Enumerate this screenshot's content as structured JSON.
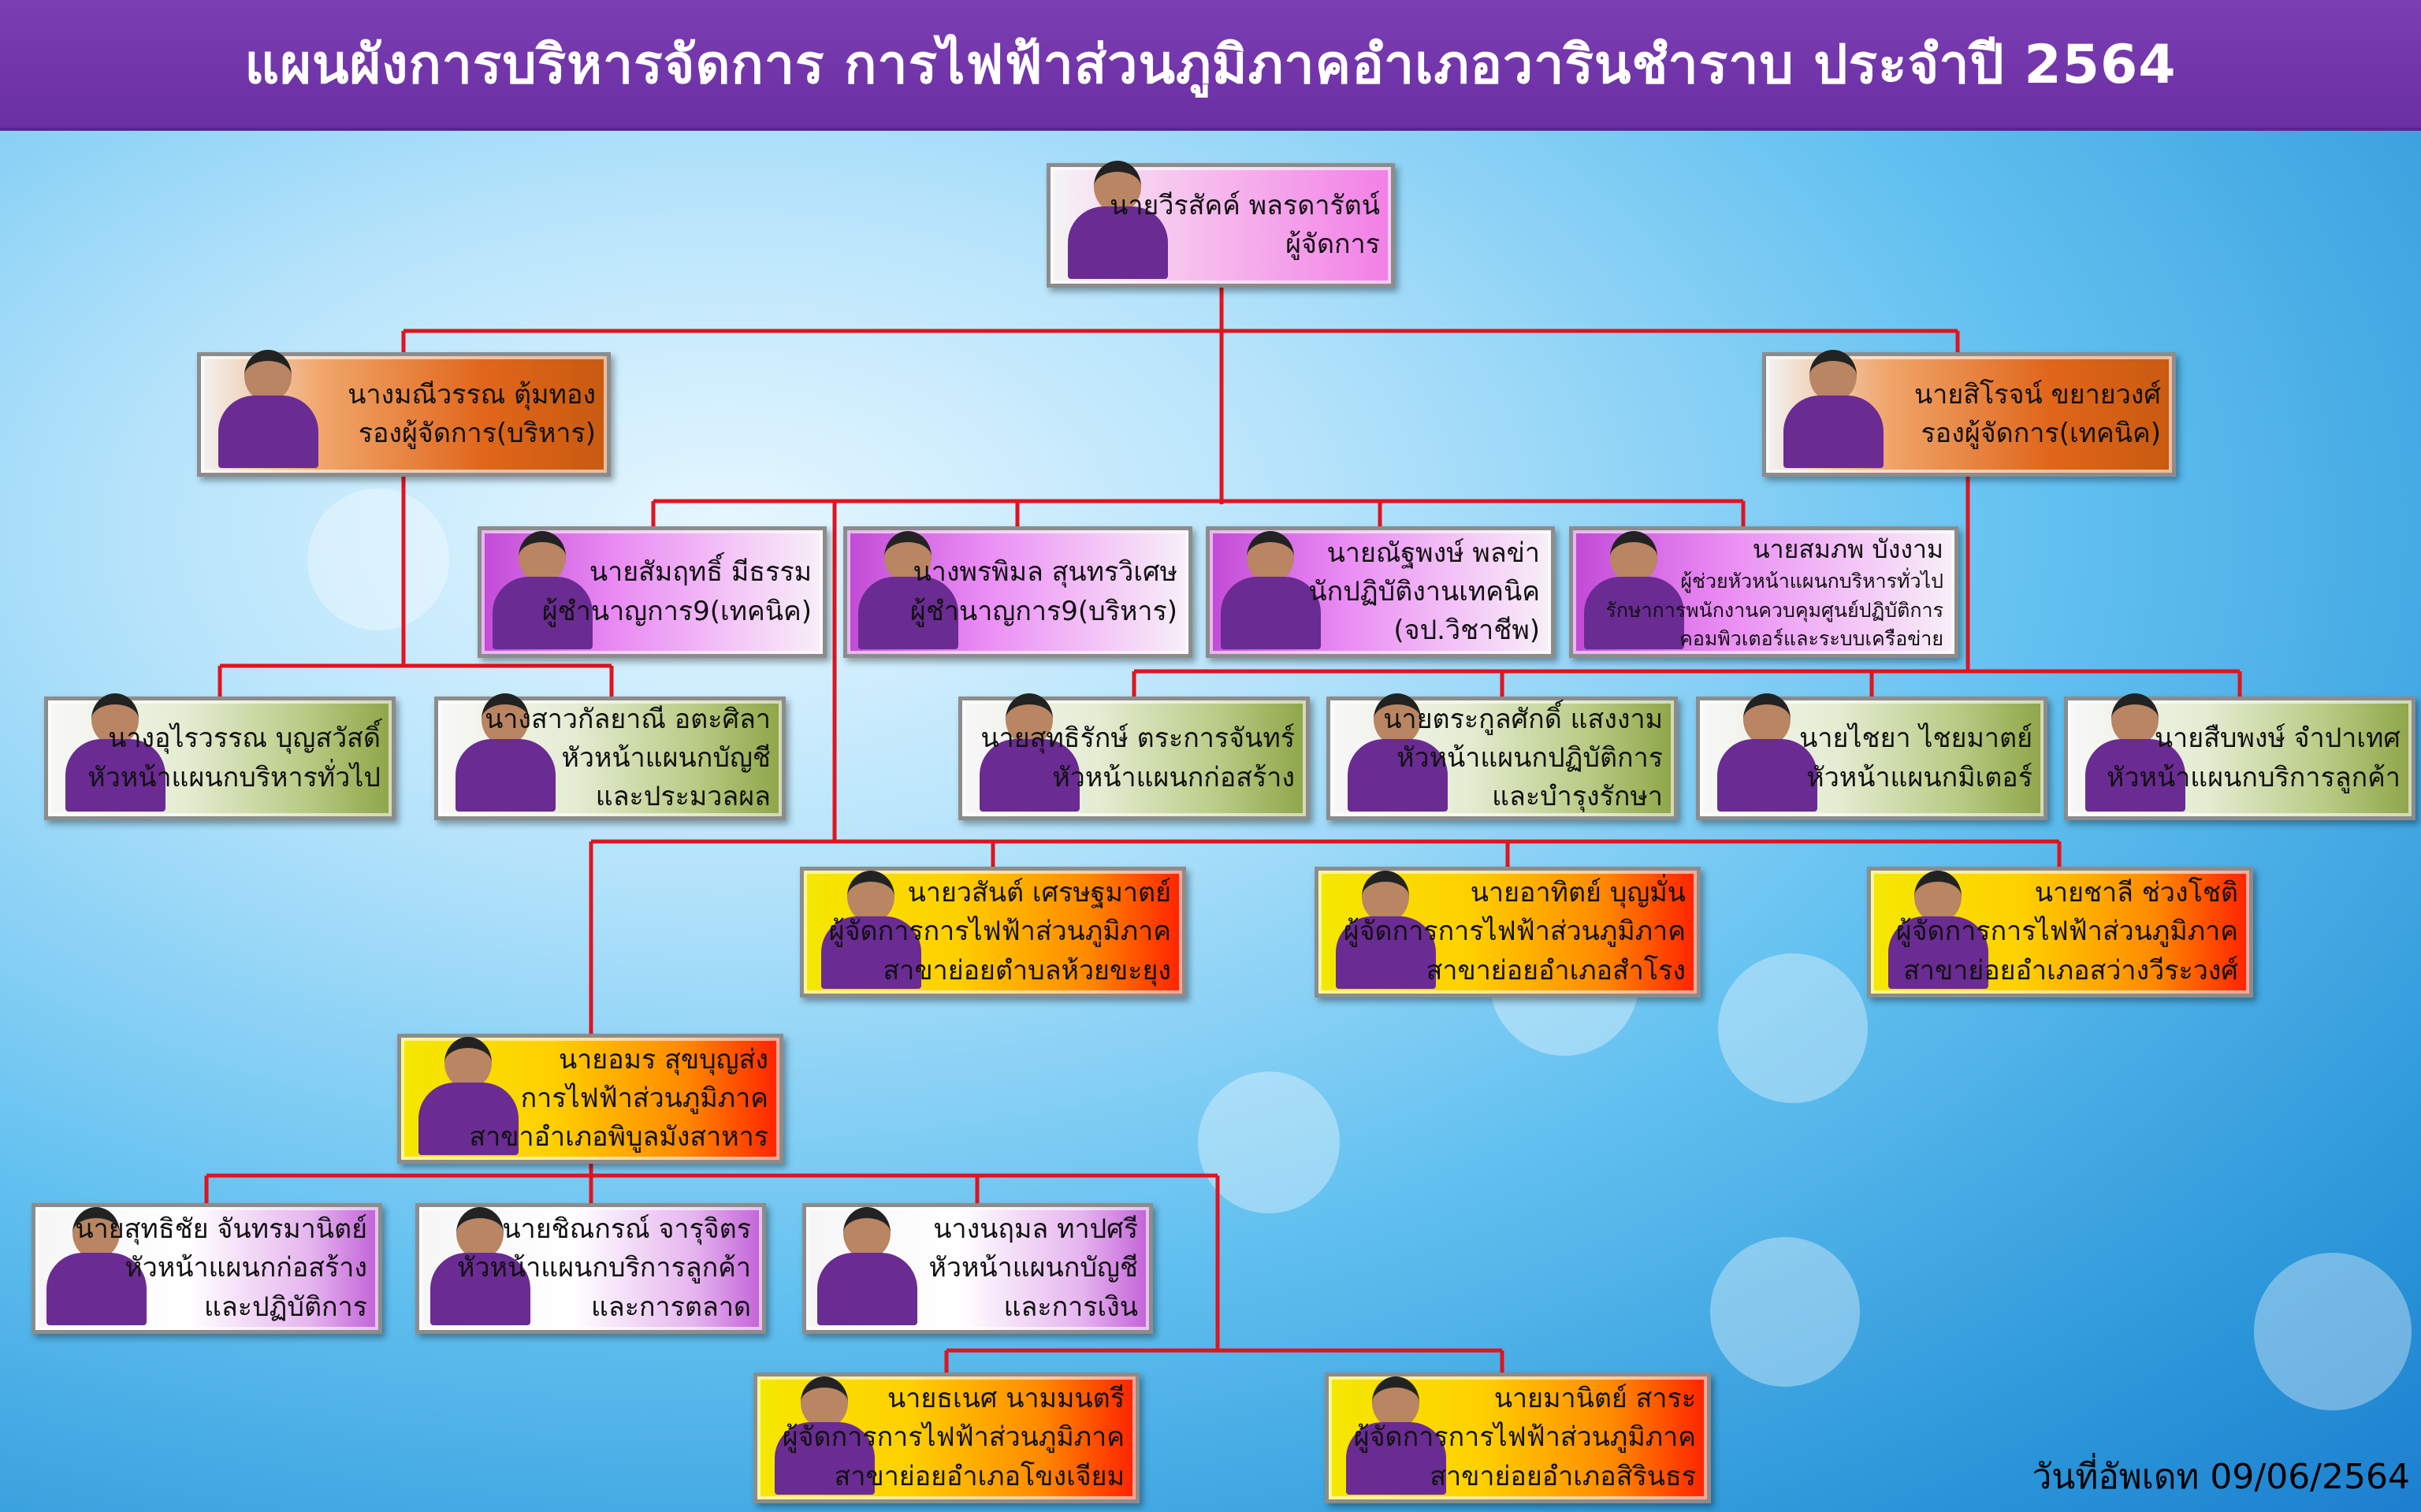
{
  "title": "แผนผังการบริหารจัดการ การไฟฟ้าส่วนภูมิภาคอำเภอวารินชำราบ ประจำปี 2564",
  "update_date": "วันที่อัพเดท 09/06/2564",
  "colors": {
    "header": "#6f33a6",
    "connector": "#e0141f",
    "pink": "#f07be8",
    "orange": "#e06a1a",
    "violet": "#d44ff0",
    "green": "#9fb85a",
    "yellow_red": "#ff2a00"
  },
  "nodes": [
    {
      "id": "manager",
      "name": "นายวีรสัคค์ พลรดารัตน์",
      "lines": [
        "ผู้จัดการ"
      ],
      "style": "pink"
    },
    {
      "id": "deputy-admin",
      "name": "นางมณีวรรณ ตุ้มทอง",
      "lines": [
        "รองผู้จัดการ(บริหาร)"
      ],
      "style": "orange"
    },
    {
      "id": "deputy-tech",
      "name": "นายสิโรจน์ ขยายวงศ์",
      "lines": [
        "รองผู้จัดการ(เทคนิค)"
      ],
      "style": "orange"
    },
    {
      "id": "expert-tech",
      "name": "นายสัมฤทธิ์ มีธรรม",
      "lines": [
        "ผู้ชำนาญการ9(เทคนิค)"
      ],
      "style": "violet"
    },
    {
      "id": "expert-admin",
      "name": "นางพรพิมล สุนทรวิเศษ",
      "lines": [
        "ผู้ชำนาญการ9(บริหาร)"
      ],
      "style": "violet"
    },
    {
      "id": "tech-officer",
      "name": "นายณัฐพงษ์ พลข่า",
      "lines": [
        "นักปฏิบัติงานเทคนิค",
        "(จป.วิชาชีพ)"
      ],
      "style": "violet"
    },
    {
      "id": "asst-head",
      "name": "นายสมภพ บังงาม",
      "lines": [
        "ผู้ช่วยหัวหน้าแผนกบริหารทั่วไป",
        "รักษาการพนักงานควบคุมศูนย์ปฏิบัติการ",
        "คอมพิวเตอร์และระบบเครือข่าย"
      ],
      "style": "violet",
      "small": true
    },
    {
      "id": "head-general",
      "name": "นางอุไรวรรณ บุญสวัสดิ์",
      "lines": [
        "หัวหน้าแผนกบริหารทั่วไป"
      ],
      "style": "green"
    },
    {
      "id": "head-account",
      "name": "นางสาวกัลยาณี อตะศิลา",
      "lines": [
        "หัวหน้าแผนกบัญชี",
        "และประมวลผล"
      ],
      "style": "green"
    },
    {
      "id": "head-construct",
      "name": "นายสุทธิรักษ์ ตระการจันทร์",
      "lines": [
        "หัวหน้าแผนกก่อสร้าง"
      ],
      "style": "green"
    },
    {
      "id": "head-operation",
      "name": "นายตระกูลศักดิ์ แสงงาม",
      "lines": [
        "หัวหน้าแผนกปฏิบัติการ",
        "และบำรุงรักษา"
      ],
      "style": "green"
    },
    {
      "id": "head-meter",
      "name": "นายไชยา ไชยมาตย์",
      "lines": [
        "หัวหน้าแผนกมิเตอร์"
      ],
      "style": "green"
    },
    {
      "id": "head-service",
      "name": "นายสืบพงษ์ จำปาเทศ",
      "lines": [
        "หัวหน้าแผนกบริการลูกค้า"
      ],
      "style": "green"
    },
    {
      "id": "branch-huaikhayung",
      "name": "นายวสันต์ เศรษฐมาตย์",
      "lines": [
        "ผู้จัดการการไฟฟ้าส่วนภูมิภาค",
        "สาขาย่อยตำบลห้วยขะยุง"
      ],
      "style": "yellow"
    },
    {
      "id": "branch-samrong",
      "name": "นายอาทิตย์ บุญมั่น",
      "lines": [
        "ผู้จัดการการไฟฟ้าส่วนภูมิภาค",
        "สาขาย่อยอำเภอสำโรง"
      ],
      "style": "yellow"
    },
    {
      "id": "branch-sawangwirawong",
      "name": "นายชาลี ช่วงโชติ",
      "lines": [
        "ผู้จัดการการไฟฟ้าส่วนภูมิภาค",
        "สาขาย่อยอำเภอสว่างวีระวงศ์"
      ],
      "style": "yellow"
    },
    {
      "id": "branch-phibun",
      "name": "นายอมร สุขบุญส่ง",
      "lines": [
        "การไฟฟ้าส่วนภูมิภาค",
        "สาขาอำเภอพิบูลมังสาหาร"
      ],
      "style": "yellow"
    },
    {
      "id": "phibun-construct",
      "name": "นายสุทธิชัย จันทรมานิตย์",
      "lines": [
        "หัวหน้าแผนกก่อสร้าง",
        "และปฏิบัติการ"
      ],
      "style": "violet-white"
    },
    {
      "id": "phibun-service",
      "name": "นายชิณกรณ์ จารุจิตร",
      "lines": [
        "หัวหน้าแผนกบริการลูกค้า",
        "และการตลาด"
      ],
      "style": "violet-white"
    },
    {
      "id": "phibun-account",
      "name": "นางนฤมล ทาปศรี",
      "lines": [
        "หัวหน้าแผนกบัญชี",
        "และการเงิน"
      ],
      "style": "violet-white"
    },
    {
      "id": "branch-khongchiam",
      "name": "นายธเนศ นามมนตรี",
      "lines": [
        "ผู้จัดการการไฟฟ้าส่วนภูมิภาค",
        "สาขาย่อยอำเภอโขงเจียม"
      ],
      "style": "yellow"
    },
    {
      "id": "branch-sirindhorn",
      "name": "นายมานิตย์ สาระ",
      "lines": [
        "ผู้จัดการการไฟฟ้าส่วนภูมิภาค",
        "สาขาย่อยอำเภอสิรินธร"
      ],
      "style": "yellow"
    }
  ]
}
